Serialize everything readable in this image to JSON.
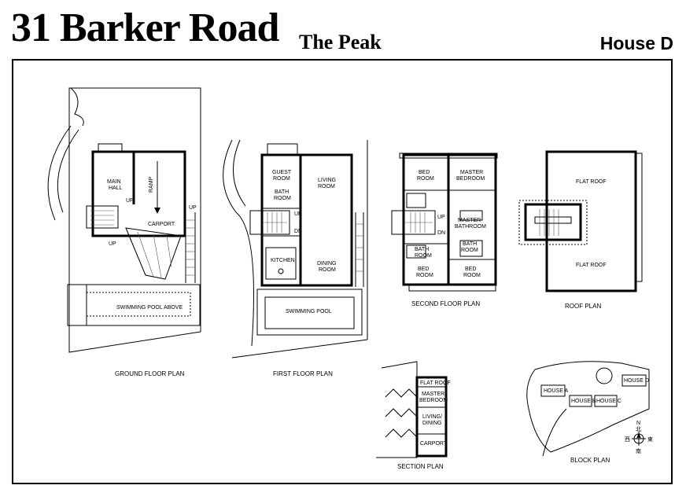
{
  "header": {
    "title": "31 Barker Road",
    "subtitle": "The Peak",
    "house": "House D"
  },
  "ground_floor": {
    "caption": "GROUND FLOOR PLAN",
    "main_hall": "MAIN",
    "main_hall_2": "HALL",
    "ramp": "RAMP",
    "carport": "CARPORT",
    "up1": "UP",
    "up2": "UP",
    "up3": "UP",
    "pool_above": "SWIMMING POOL ABOVE"
  },
  "first_floor": {
    "caption": "FIRST FLOOR PLAN",
    "guest_room": "GUEST",
    "guest_room_2": "ROOM",
    "bath": "BATH",
    "bath_2": "ROOM",
    "living": "LIVING",
    "living_2": "ROOM",
    "up": "UP",
    "dn": "DN",
    "kitchen": "KITCHEN",
    "dining": "DINING",
    "dining_2": "ROOM",
    "pool": "SWIMMING POOL"
  },
  "second_floor": {
    "caption": "SECOND FLOOR PLAN",
    "bed1": "BED",
    "bed1_2": "ROOM",
    "master_bed": "MASTER",
    "master_bed_2": "BEDROOM",
    "up": "UP",
    "dn": "DN",
    "master_bath": "MASTER",
    "master_bath_2": "BATHROOM",
    "bath1": "BATH",
    "bath1_2": "ROOM",
    "bath2": "BATH",
    "bath2_2": "ROOM",
    "bed2": "BED",
    "bed2_2": "ROOM",
    "bed3": "BED",
    "bed3_2": "ROOM"
  },
  "roof": {
    "caption": "ROOF PLAN",
    "flat_roof_top": "FLAT ROOF",
    "flat_roof_bottom": "FLAT ROOF"
  },
  "section": {
    "caption": "SECTION PLAN",
    "flat_roof": "FLAT ROOF",
    "master_bed": "MASTER",
    "master_bed_2": "BEDROOM",
    "living": "LIVING/",
    "living_2": "DINING",
    "carport": "CARPORT"
  },
  "block": {
    "caption": "BLOCK PLAN",
    "house_a": "HOUSE A",
    "house_b": "HOUSE B",
    "house_c": "HOUSE C",
    "house_d": "HOUSE D",
    "north": "N",
    "compass_n": "北",
    "compass_e": "東",
    "compass_w": "西",
    "compass_s": "南"
  }
}
